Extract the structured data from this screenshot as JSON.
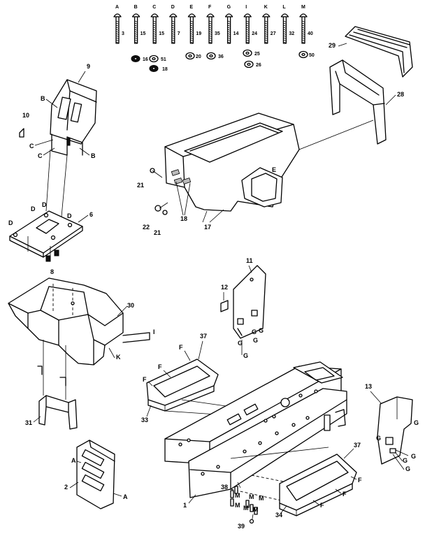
{
  "hardware_row": [
    {
      "letter": "A",
      "number": "3"
    },
    {
      "letter": "B",
      "number": "15"
    },
    {
      "letter": "C",
      "number": "15"
    },
    {
      "letter": "D",
      "number": "7"
    },
    {
      "letter": "E",
      "number": "19"
    },
    {
      "letter": "F",
      "number": "35"
    },
    {
      "letter": "G",
      "number": "14"
    },
    {
      "letter": "I",
      "number": "24"
    },
    {
      "letter": "K",
      "number": "27"
    },
    {
      "letter": "L",
      "number": "32"
    },
    {
      "letter": "M",
      "number": "40"
    }
  ],
  "hardware_nuts": [
    "16",
    "51",
    "18",
    "20",
    "36",
    "25",
    "26",
    "50"
  ],
  "part_numbers": {
    "p1": "1",
    "p2": "2",
    "p6": "6",
    "p8": "8",
    "p9": "9",
    "p10": "10",
    "p11": "11",
    "p12": "12",
    "p13": "13",
    "p17": "17",
    "p18": "18",
    "p21a": "21",
    "p21b": "21",
    "p22": "22",
    "p28": "28",
    "p29": "29",
    "p30": "30",
    "p31": "31",
    "p33": "33",
    "p34": "34",
    "p37a": "37",
    "p37b": "37",
    "p38": "38",
    "p39": "39"
  },
  "fastener_refs": {
    "B": "B",
    "C": "C",
    "D": "D",
    "E": "E",
    "F": "F",
    "G": "G",
    "I": "I",
    "K": "K",
    "M": "M",
    "A": "A"
  }
}
